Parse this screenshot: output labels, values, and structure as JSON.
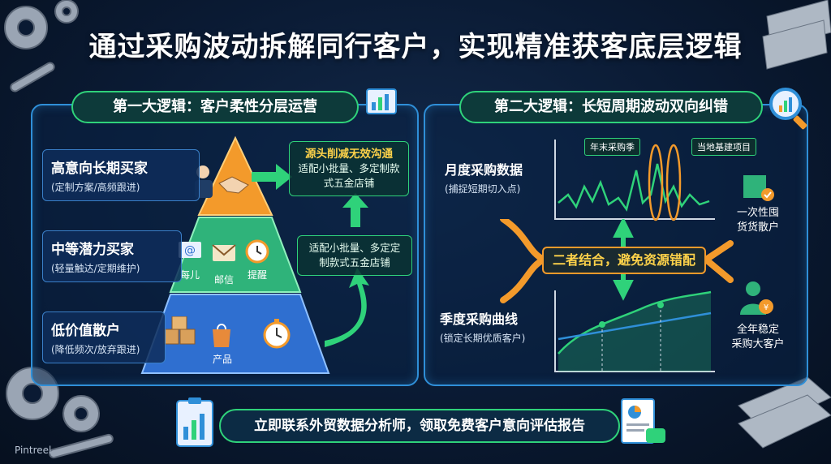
{
  "title": "通过采购波动拆解同行客户，实现精准获客底层逻辑",
  "left_panel": {
    "header": "第一大逻辑：客户柔性分层运营",
    "tiers": [
      {
        "title": "高意向长期买家",
        "sub": "(定制方案/高频跟进)"
      },
      {
        "title": "中等潜力买家",
        "sub": "(轻量触达/定期维护)"
      },
      {
        "title": "低价值散户",
        "sub": "(降低频次/放弃跟进)"
      }
    ],
    "icon_labels": {
      "email": "每儿",
      "mail": "邮信",
      "reminder": "提醒",
      "product": "产品"
    },
    "note_top": {
      "highlight": "源头削减无效沟通",
      "text": "适配小批量、多定制款式五金店铺"
    },
    "note_mid": {
      "text": "适配小批量、多定定制款式五金店铺"
    }
  },
  "right_panel": {
    "header": "第二大逻辑：长短周期波动双向纠错",
    "monthly": {
      "title": "月度采购数据",
      "sub": "(捕捉短期切入点)"
    },
    "quarterly": {
      "title": "季度采购曲线",
      "sub": "(锁定长期优质客户)"
    },
    "tags": {
      "year_end": "年末采购季",
      "local": "当地基建项目"
    },
    "merge": "二者结合，避免资源错配",
    "cust_top": [
      "一次性囤",
      "货货散户"
    ],
    "cust_bottom": [
      "全年稳定",
      "采购大客户"
    ]
  },
  "cta": "立即联系外贸数据分析师，领取免费客户意向评估报告",
  "watermark": "Pintreel",
  "colors": {
    "accent_green": "#2fd27a",
    "accent_blue": "#2f8fd8",
    "accent_orange": "#f39a2b",
    "highlight_yellow": "#ffd34a"
  }
}
